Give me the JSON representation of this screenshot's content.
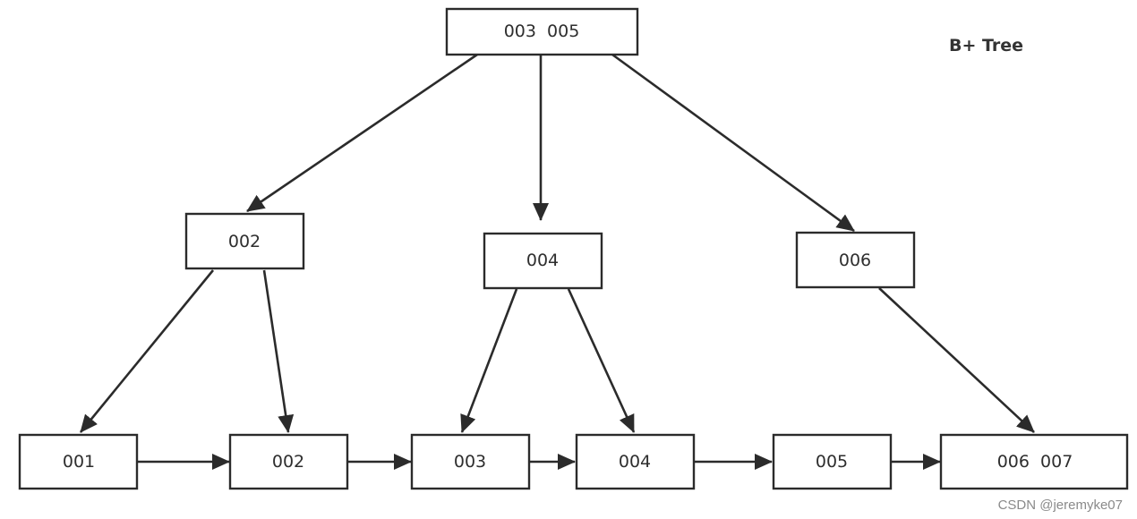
{
  "title": "B+ Tree",
  "watermark": "CSDN @jeremyke07",
  "nodes": {
    "root": "003  005",
    "n002": "002",
    "n004": "004",
    "n006": "006",
    "leaf001": "001",
    "leaf002": "002",
    "leaf003": "003",
    "leaf004": "004",
    "leaf005": "005",
    "leaf006": "006  007"
  },
  "colors": {
    "stroke": "#2b2b2b",
    "text": "#2e2e2e",
    "background": "#ffffff"
  }
}
